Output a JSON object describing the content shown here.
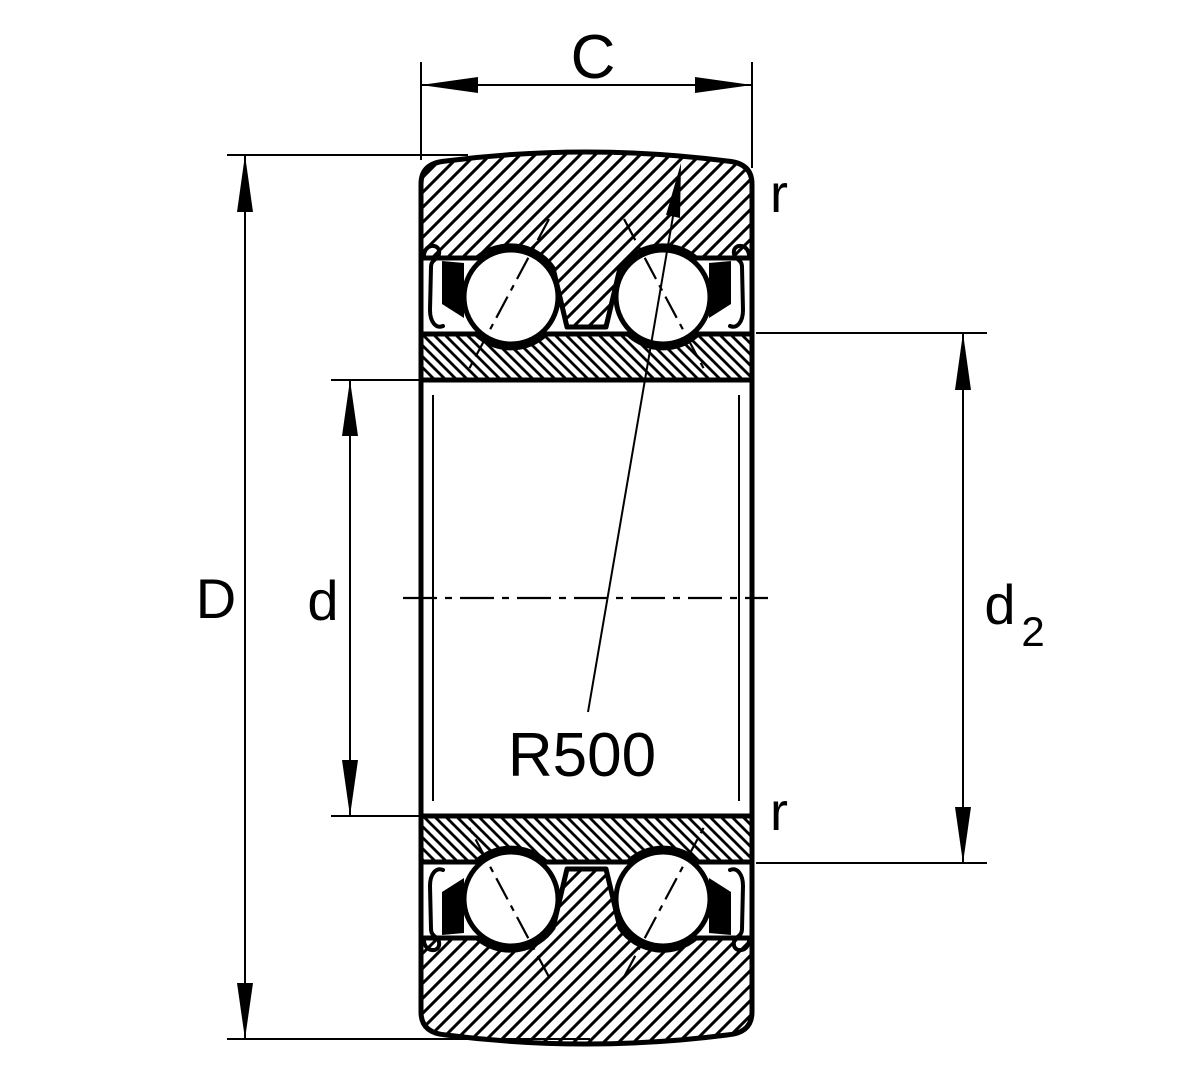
{
  "drawing": {
    "type": "bearing-cross-section",
    "labels": {
      "width": "C",
      "outer_diameter": "D",
      "bore_diameter": "d",
      "shoulder_diameter_base": "d",
      "shoulder_diameter_sub": "2",
      "corner_radius_top": "r",
      "corner_radius_bottom": "r",
      "crown_radius": "R500"
    },
    "colors": {
      "ink": "#000000",
      "paper": "#ffffff"
    }
  }
}
